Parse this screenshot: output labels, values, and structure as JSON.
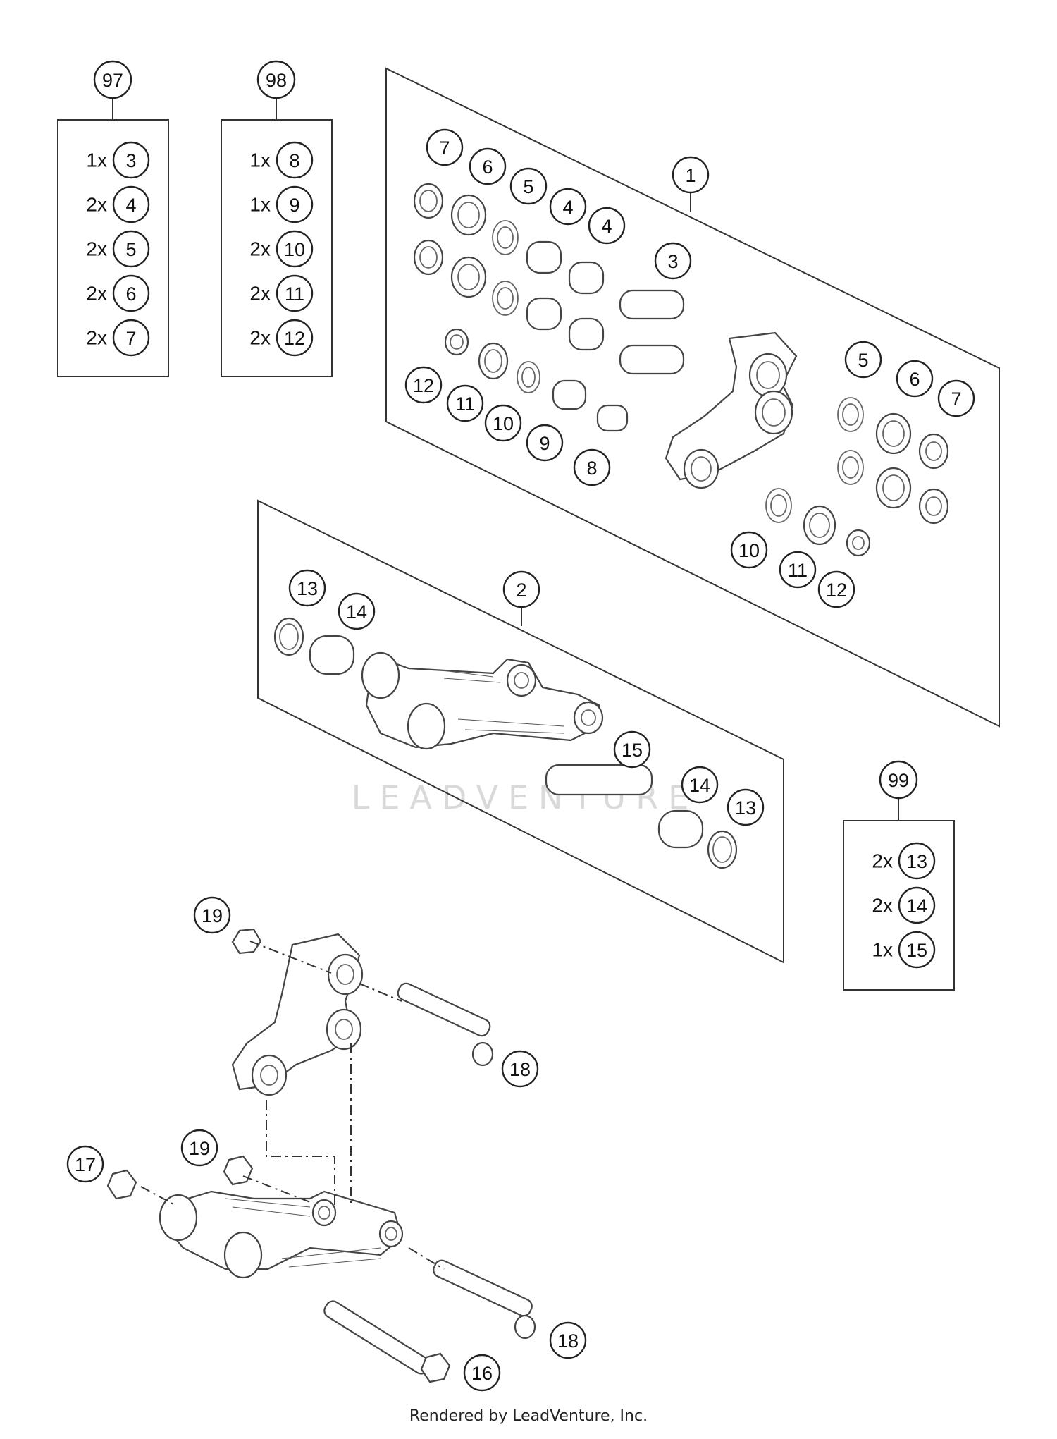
{
  "kits": [
    {
      "number": "97",
      "items": [
        {
          "qty": "1x",
          "ref": "3"
        },
        {
          "qty": "2x",
          "ref": "4"
        },
        {
          "qty": "2x",
          "ref": "5"
        },
        {
          "qty": "2x",
          "ref": "6"
        },
        {
          "qty": "2x",
          "ref": "7"
        }
      ]
    },
    {
      "number": "98",
      "items": [
        {
          "qty": "1x",
          "ref": "8"
        },
        {
          "qty": "1x",
          "ref": "9"
        },
        {
          "qty": "2x",
          "ref": "10"
        },
        {
          "qty": "2x",
          "ref": "11"
        },
        {
          "qty": "2x",
          "ref": "12"
        }
      ]
    },
    {
      "number": "99",
      "items": [
        {
          "qty": "2x",
          "ref": "13"
        },
        {
          "qty": "2x",
          "ref": "14"
        },
        {
          "qty": "1x",
          "ref": "15"
        }
      ]
    }
  ],
  "callouts": {
    "panel1": [
      "1",
      "3",
      "7",
      "6",
      "5",
      "4",
      "4",
      "12",
      "11",
      "10",
      "9",
      "8",
      "5",
      "6",
      "7",
      "10",
      "11",
      "12"
    ],
    "panel2": [
      "2",
      "13",
      "14",
      "15",
      "14",
      "13"
    ],
    "assembly": [
      "19",
      "18",
      "19",
      "17",
      "18",
      "16"
    ]
  },
  "watermark": "LEADVENTURE",
  "footer": "Rendered by LeadVenture, Inc."
}
